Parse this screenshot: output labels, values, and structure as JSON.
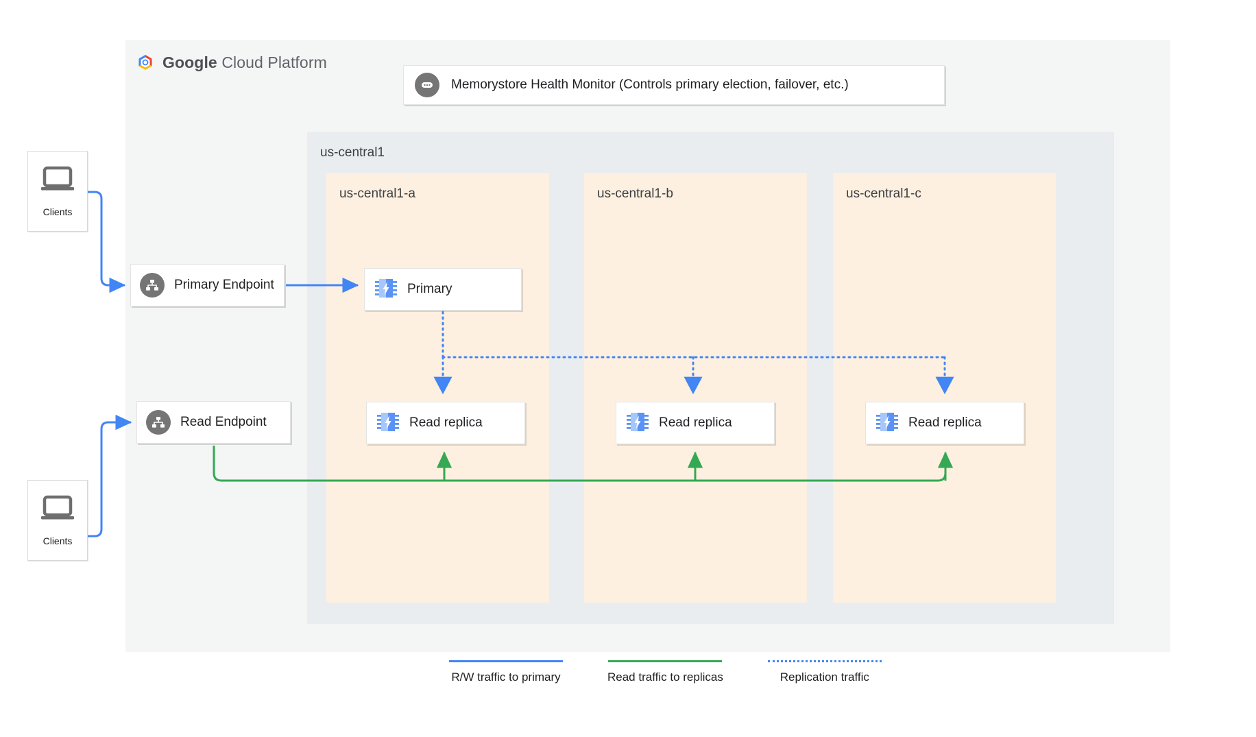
{
  "brand": {
    "name_bold": "Google",
    "name_light": " Cloud Platform",
    "logo_icon": "google-cloud-hexagon-logo"
  },
  "health_monitor": {
    "label": "Memorystore Health Monitor (Controls primary election, failover, etc.)",
    "icon": "health-monitor-pill-icon"
  },
  "clients": [
    {
      "label": "Clients",
      "icon": "laptop-icon"
    },
    {
      "label": "Clients",
      "icon": "laptop-icon"
    }
  ],
  "endpoints": [
    {
      "label": "Primary Endpoint",
      "icon": "network-hierarchy-icon"
    },
    {
      "label": "Read Endpoint",
      "icon": "network-hierarchy-icon"
    }
  ],
  "region": {
    "label": "us-central1",
    "zones": [
      {
        "label": "us-central1-a",
        "nodes": [
          {
            "label": "Primary",
            "icon": "memorystore-chip-icon"
          },
          {
            "label": "Read replica",
            "icon": "memorystore-chip-icon"
          }
        ]
      },
      {
        "label": "us-central1-b",
        "nodes": [
          {
            "label": "Read replica",
            "icon": "memorystore-chip-icon"
          }
        ]
      },
      {
        "label": "us-central1-c",
        "nodes": [
          {
            "label": "Read replica",
            "icon": "memorystore-chip-icon"
          }
        ]
      }
    ]
  },
  "legend": [
    {
      "label": "R/W traffic to primary",
      "style": "solid",
      "color": "#4285f4"
    },
    {
      "label": "Read traffic to replicas",
      "style": "solid",
      "color": "#34a853"
    },
    {
      "label": "Replication traffic",
      "style": "dotted",
      "color": "#4285f4"
    }
  ],
  "colors": {
    "gcp_panel": "#f4f5f5",
    "region": "#e9edf0",
    "zone": "#fdf0e0",
    "rw_traffic": "#4285f4",
    "read_traffic": "#34a853",
    "replication_traffic": "#4285f4",
    "icon_gray": "#757575",
    "chip_blue_light": "#a7c7f9",
    "chip_blue": "#5b93f5"
  }
}
